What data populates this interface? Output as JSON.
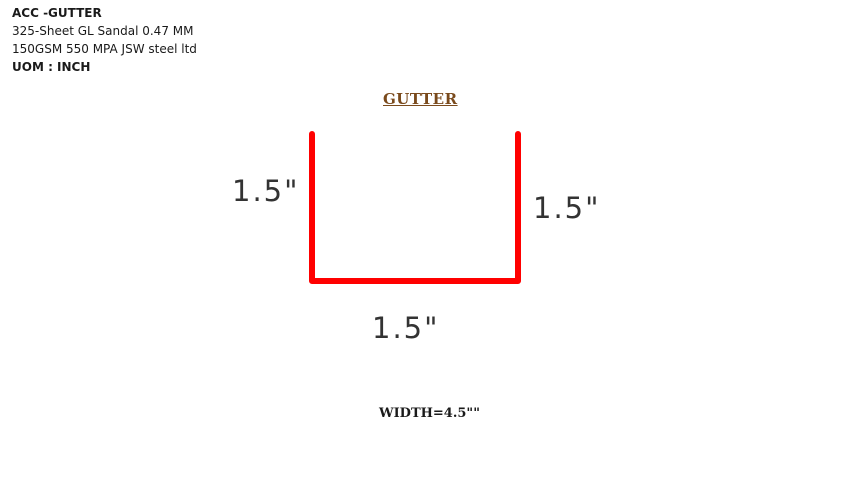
{
  "header": {
    "title": "ACC -GUTTER",
    "material": "325-Sheet GL Sandal 0.47 MM",
    "spec": "150GSM 550 MPA JSW steel ltd",
    "uom": "UOM : INCH"
  },
  "drawing": {
    "title": "GUTTER",
    "dimensions": {
      "left": "1.5\"",
      "right": "1.5\"",
      "bottom": "1.5\""
    },
    "width_label": "WIDTH=4.5\"\"",
    "colors": {
      "profile": "#ff0000",
      "title": "#7a4a1c"
    }
  }
}
